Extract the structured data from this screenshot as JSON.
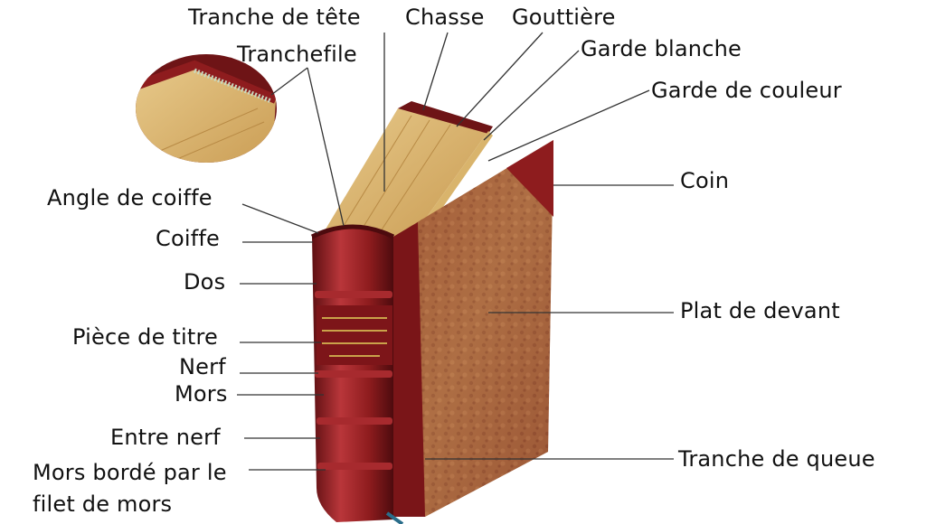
{
  "labels": {
    "tranche_de_tete": "Tranche de tête",
    "chasse": "Chasse",
    "gouttiere": "Gouttière",
    "garde_blanche": "Garde blanche",
    "tranchefile": "Tranchefile",
    "garde_de_couleur": "Garde de couleur",
    "coin": "Coin",
    "angle_de_coiffe": "Angle de coiffe",
    "coiffe": "Coiffe",
    "dos": "Dos",
    "plat_de_devant": "Plat de devant",
    "piece_de_titre": "Pièce de titre",
    "nerf": "Nerf",
    "mors": "Mors",
    "entre_nerf": "Entre nerf",
    "tranche_de_queue": "Tranche de queue",
    "mors_borde_line1": "Mors bordé par le",
    "mors_borde_line2": "filet de mors"
  },
  "colors": {
    "leather": "#8e1c1e",
    "leather_dark": "#5e0f12",
    "leather_light": "#b9363a",
    "marbled_paper": "#a8683f",
    "page_edge": "#d9b46c",
    "leader_line": "#333333"
  }
}
